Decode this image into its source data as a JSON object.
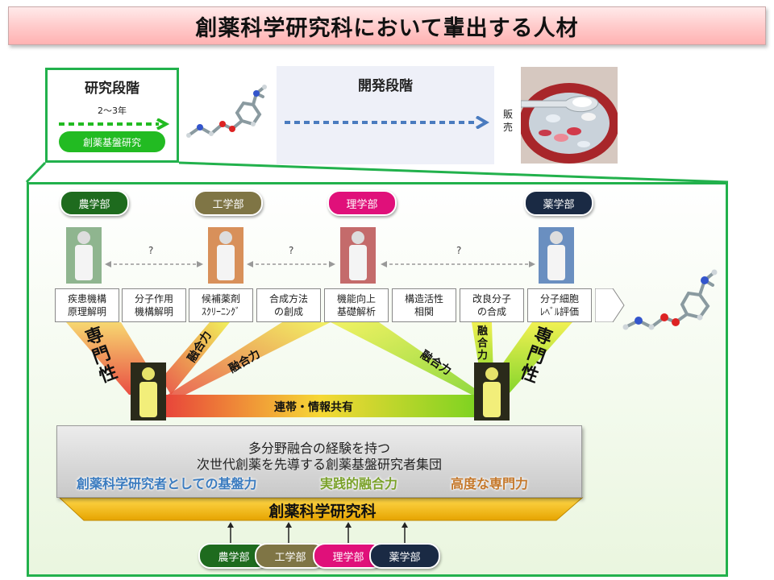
{
  "title": "創薬科学研究科において輩出する人材",
  "research_stage": {
    "title": "研究段階",
    "years": "2～3年",
    "pill": "創薬基盤研究"
  },
  "development_stage": {
    "title": "開発段階"
  },
  "sales_label": "販売",
  "departments_top": [
    {
      "name": "農学部",
      "color": "#1e6b1e"
    },
    {
      "name": "工学部",
      "color": "#7f7545"
    },
    {
      "name": "理学部",
      "color": "#e0107a"
    },
    {
      "name": "薬学部",
      "color": "#1a2a44"
    }
  ],
  "figure_colors": [
    "#8fb58f",
    "#d8905a",
    "#c46b6b",
    "#6a8fc0"
  ],
  "question_mark": "?",
  "topics": [
    {
      "line1": "疾患機構",
      "line2": "原理解明"
    },
    {
      "line1": "分子作用",
      "line2": "機構解明"
    },
    {
      "line1": "候補薬剤",
      "line2": "ｽｸﾘｰﾆﾝｸﾞ"
    },
    {
      "line1": "合成方法",
      "line2": "の創成"
    },
    {
      "line1": "機能向上",
      "line2": "基礎解析"
    },
    {
      "line1": "構造活性",
      "line2": "相関"
    },
    {
      "line1": "改良分子",
      "line2": "の合成"
    },
    {
      "line1": "分子細胞",
      "line2": "ﾚﾍﾞﾙ評価"
    }
  ],
  "labels": {
    "expertise_left": "専門性",
    "expertise_right": "専門性",
    "fusion": "融合力",
    "collaboration": "連帯・情報共有"
  },
  "group": {
    "line1": "多分野融合の経験を持つ",
    "line2": "次世代創薬を先導する創薬基盤研究者集団",
    "skill_base": "創薬科学研究者としての基盤力",
    "skill_practice": "実践的融合力",
    "skill_expert": "高度な専門力"
  },
  "school": "創薬科学研究科",
  "departments_bottom": [
    {
      "name": "農学部",
      "color": "#1e6b1e"
    },
    {
      "name": "工学部",
      "color": "#7f7545"
    },
    {
      "name": "理学部",
      "color": "#e0107a"
    },
    {
      "name": "薬学部",
      "color": "#1a2a44"
    }
  ]
}
